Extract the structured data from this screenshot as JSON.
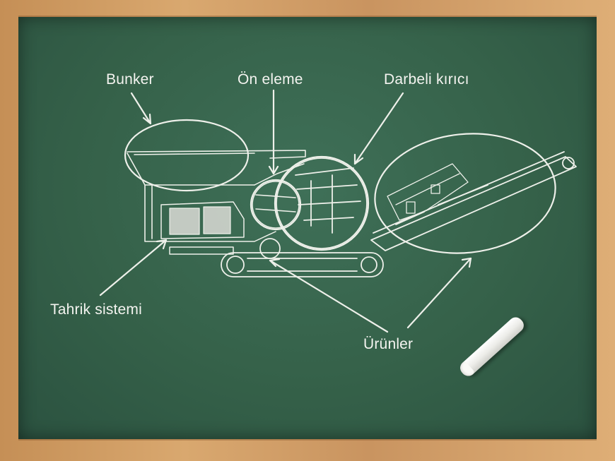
{
  "labels": {
    "bunker": "Bunker",
    "pre_screen": "Ön eleme",
    "impact_crusher": "Darbeli kırıcı",
    "drive_system": "Tahrik sistemi",
    "products": "Ürünler"
  },
  "colors": {
    "board": "#356149",
    "frame": "#d2a068",
    "chalk": "#f4f4f0"
  }
}
